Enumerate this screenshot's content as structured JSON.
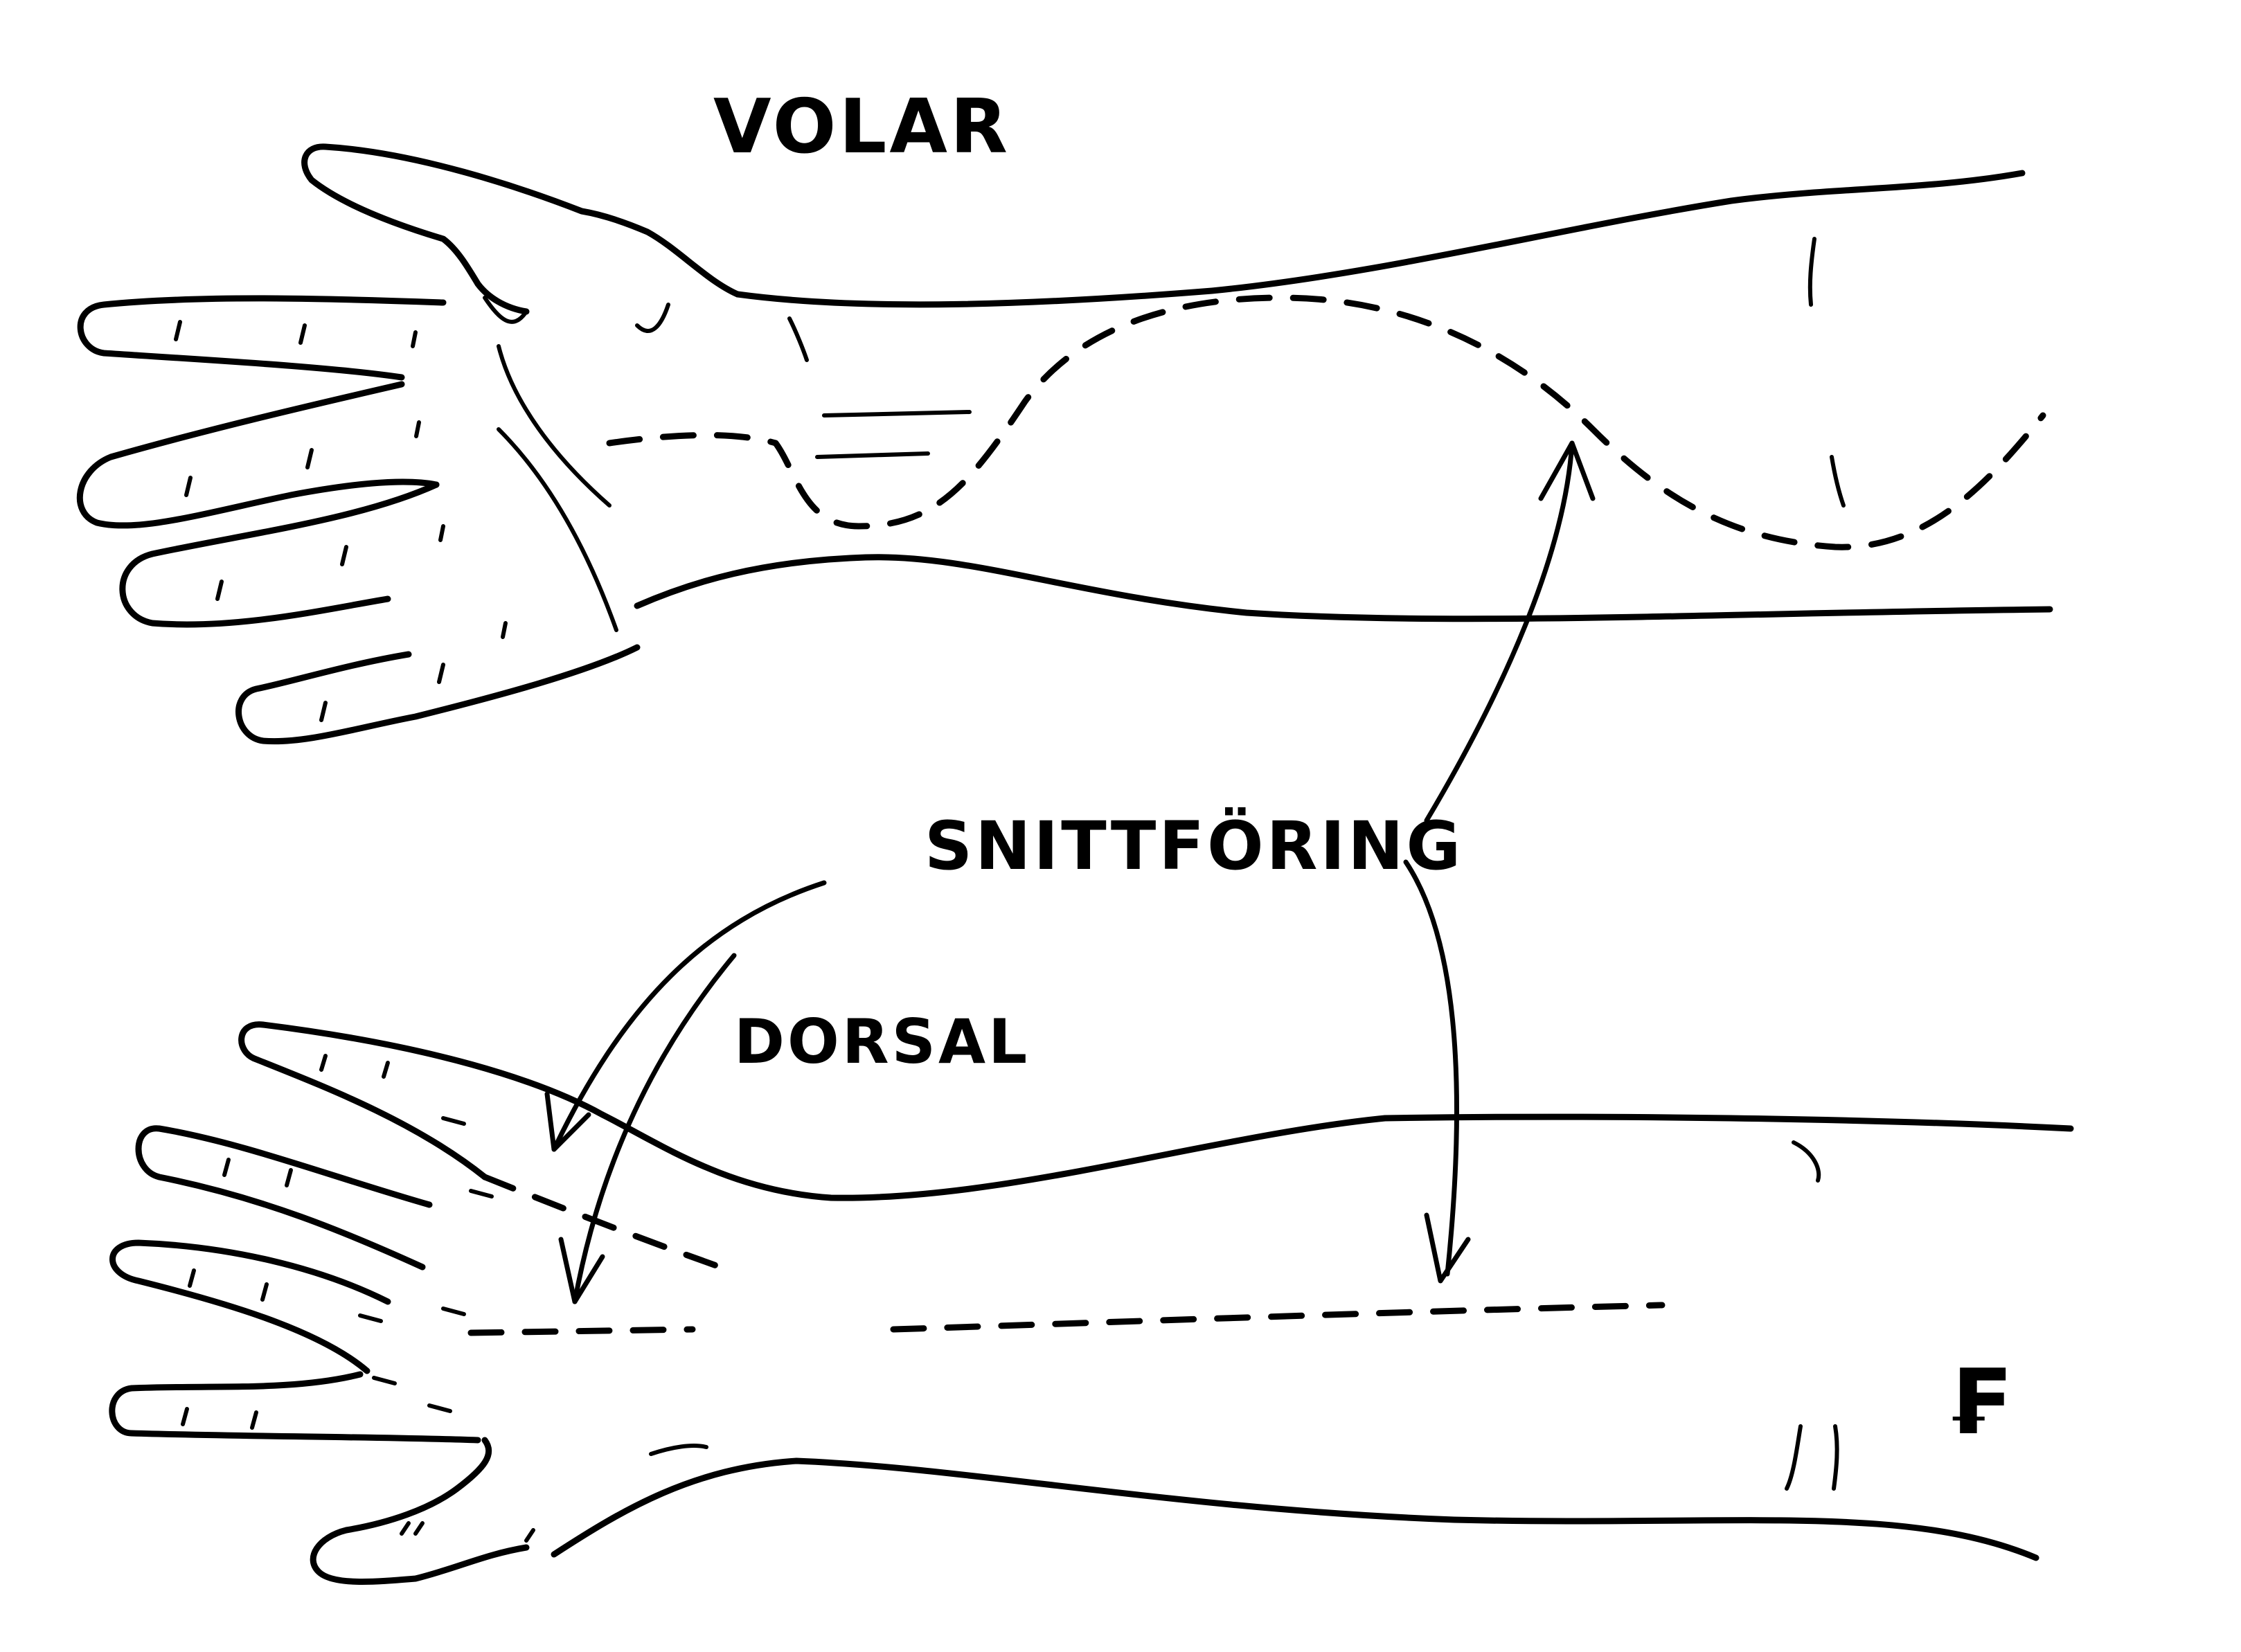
{
  "figure": {
    "background": "#ffffff",
    "ink_color": "#000000",
    "labels": {
      "volar": "VOLAR",
      "dorsal": "DORSAL",
      "incision": "SNITTFÖRING",
      "signature": "₣"
    },
    "views": [
      {
        "id": "volar",
        "description": "Forearm and hand, palm side, with curved dashed incision line"
      },
      {
        "id": "dorsal",
        "description": "Forearm and hand, back side, with straight dashed incision line"
      }
    ],
    "annotations": [
      {
        "from": "incision",
        "to": "volar-incision-line",
        "type": "arrow"
      },
      {
        "from": "incision",
        "to": "dorsal-incision-line-hand",
        "type": "arrow"
      },
      {
        "from": "incision",
        "to": "dorsal-incision-line-forearm",
        "type": "arrow"
      }
    ]
  }
}
